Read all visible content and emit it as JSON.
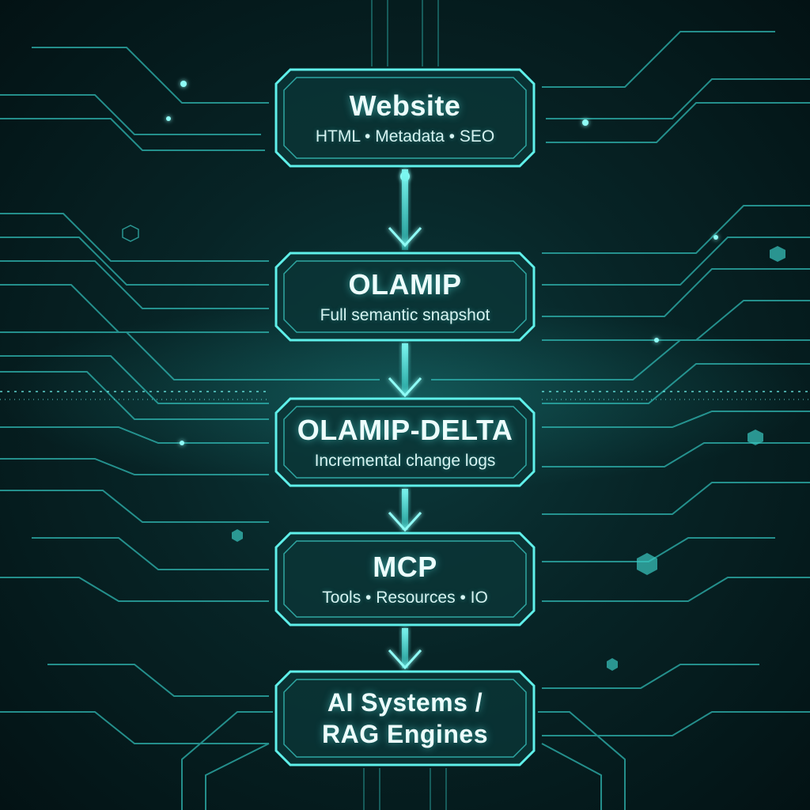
{
  "pipeline": {
    "nodes": [
      {
        "title": "Website",
        "subtitle": "HTML • Metadata • SEO"
      },
      {
        "title": "OLAMIP",
        "subtitle": "Full semantic snapshot"
      },
      {
        "title": "OLAMIP-DELTA",
        "subtitle": "Incremental change logs"
      },
      {
        "title": "MCP",
        "subtitle": "Tools • Resources • IO"
      },
      {
        "title_line1": "AI Systems /",
        "title_line2": "RAG Engines"
      }
    ]
  },
  "colors": {
    "accent": "#5ff0ea",
    "frame": "#3fd8d2",
    "background": "#072426"
  }
}
